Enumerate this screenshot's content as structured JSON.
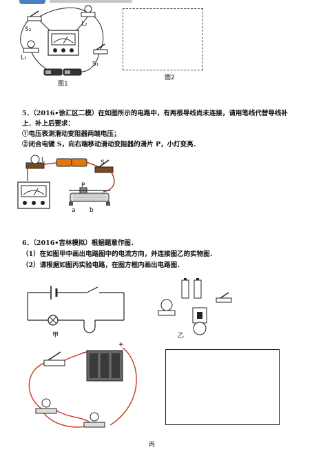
{
  "header_strip": {
    "text": ""
  },
  "problem4": {
    "fig1_caption": "图1",
    "fig2_caption": "图2",
    "labels": {
      "S2": "S₂",
      "L2": "L₂",
      "L1": "L₁",
      "S1": "S₁"
    }
  },
  "problem5": {
    "title_line1": "5．（2016•徐汇区二模）在如图所示的电路中，有两根导线尚未连接，请用笔线代替导线补",
    "title_line2": "上．补上后要求：",
    "req1": "①电压表测滑动变阻器两端电压；",
    "req2": "②闭合电键 S，向右端移动滑动变阻器的滑片 P，小灯变亮．",
    "labels": {
      "L": "L",
      "S": "S",
      "P": "P",
      "a": "a",
      "b": "b"
    }
  },
  "problem6": {
    "title": "6．（2016•吉林模拟）根据题意作图．",
    "q1": "（1）在如图甲中画出电路图中的电流方向，并连接图乙的实物图．",
    "q2": "（2）请根据如图丙实验电路，在图方框内画出电路图．",
    "fig_jia": "甲",
    "fig_yi": "乙",
    "fig_bing": "丙",
    "plus": "+",
    "minus": "-"
  }
}
